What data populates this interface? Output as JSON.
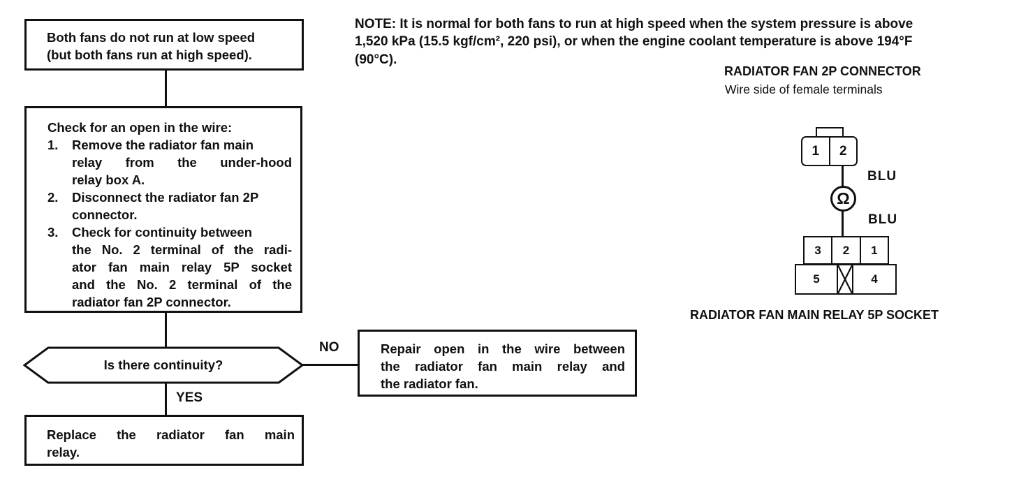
{
  "note": {
    "lines": [
      "NOTE:  It is normal for both fans to run at high speed when the system pressure is above",
      "1,520 kPa (15.5 kgf/cm², 220 psi), or when the engine coolant temperature is above 194°F",
      "(90°C)."
    ]
  },
  "flowchart": {
    "start_box": {
      "lines": [
        "Both fans do not run at low speed",
        "(but both fans run at high speed)."
      ]
    },
    "check_box": {
      "title": "Check for an open in the wire:",
      "steps": [
        {
          "num": "1.",
          "lines": [
            "Remove the radiator fan main",
            "relay from the under-hood",
            "relay box A."
          ]
        },
        {
          "num": "2.",
          "lines": [
            "Disconnect the radiator fan 2P",
            "connector."
          ]
        },
        {
          "num": "3.",
          "lines": [
            "Check for continuity between",
            "the No. 2 terminal of the radi-",
            "ator fan main relay 5P socket",
            "and the No. 2 terminal of the",
            "radiator fan 2P connector."
          ]
        }
      ]
    },
    "decision": {
      "question": "Is there continuity?"
    },
    "no_label": "NO",
    "yes_label": "YES",
    "repair_box": {
      "lines": [
        "Repair open in the wire between",
        "the radiator fan main relay and",
        "the radiator fan."
      ]
    },
    "replace_box": {
      "lines": [
        "Replace the radiator fan main",
        "relay."
      ]
    }
  },
  "diagram": {
    "title": "RADIATOR FAN 2P CONNECTOR",
    "subtitle": "Wire side of female terminals",
    "connector_2p": {
      "pin_left": "1",
      "pin_right": "2"
    },
    "wire_top_label": "BLU",
    "wire_bottom_label": "BLU",
    "meter_symbol": "Ω",
    "socket_5p": {
      "row1_pins": [
        "3",
        "2",
        "1"
      ],
      "row2_left": "5",
      "row2_right": "4"
    },
    "caption": "RADIATOR FAN MAIN RELAY 5P SOCKET"
  }
}
